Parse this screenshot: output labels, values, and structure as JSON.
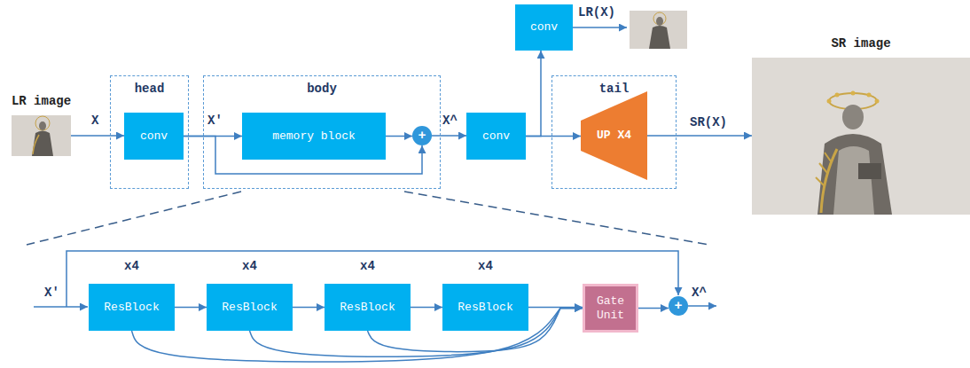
{
  "diagram": {
    "nodes": [
      {
        "text": [
          "LR image"
        ]
      },
      {
        "text": [
          "head"
        ]
      },
      {
        "text": [
          "conv"
        ],
        "in": 1
      },
      {
        "text": [
          "body"
        ]
      },
      {
        "text": [
          "memory block"
        ],
        "in": 3
      },
      {
        "text": [
          "+"
        ],
        "in": 3
      },
      {
        "text": [
          "conv"
        ]
      },
      {
        "text": [
          "conv"
        ]
      },
      {
        "text": [
          "tail"
        ]
      },
      {
        "text": [
          "UP X4"
        ],
        "in": 8
      },
      {
        "text": [
          "SR image"
        ]
      },
      {
        "text": [
          "x4",
          "ResBlock"
        ]
      },
      {
        "text": [
          "x4",
          "ResBlock"
        ]
      },
      {
        "text": [
          "x4",
          "ResBlock"
        ]
      },
      {
        "text": [
          "x4",
          "ResBlock"
        ]
      },
      {
        "text": [
          "Gate Unit"
        ]
      },
      {
        "text": [
          "+"
        ]
      }
    ],
    "edges": [
      {
        "from": 0,
        "to": 2,
        "arrow": "to",
        "label": "X"
      },
      {
        "from": 2,
        "to": 4,
        "arrow": "to",
        "label": "X'"
      },
      {
        "from": 2,
        "to": 5,
        "arrow": "to"
      },
      {
        "from": 4,
        "to": 5,
        "arrow": "to"
      },
      {
        "from": 5,
        "to": 6,
        "arrow": "to",
        "label": "X^"
      },
      {
        "from": 6,
        "to": 9,
        "arrow": "to"
      },
      {
        "from": 6,
        "to": 7,
        "arrow": "to"
      },
      {
        "from": 9,
        "to": 10,
        "arrow": "to",
        "label": "SR(X)"
      },
      {
        "from": 11,
        "to": 12,
        "arrow": "to"
      },
      {
        "from": 12,
        "to": 13,
        "arrow": "to"
      },
      {
        "from": 13,
        "to": 14,
        "arrow": "to"
      },
      {
        "from": 11,
        "to": 15,
        "arrow": "to"
      },
      {
        "from": 12,
        "to": 15,
        "arrow": "to"
      },
      {
        "from": 13,
        "to": 15,
        "arrow": "to"
      },
      {
        "from": 14,
        "to": 15,
        "arrow": "to"
      },
      {
        "from": 15,
        "to": 16,
        "arrow": "to"
      }
    ],
    "labels": [
      "LR(X)",
      "X'",
      "X^"
    ]
  }
}
